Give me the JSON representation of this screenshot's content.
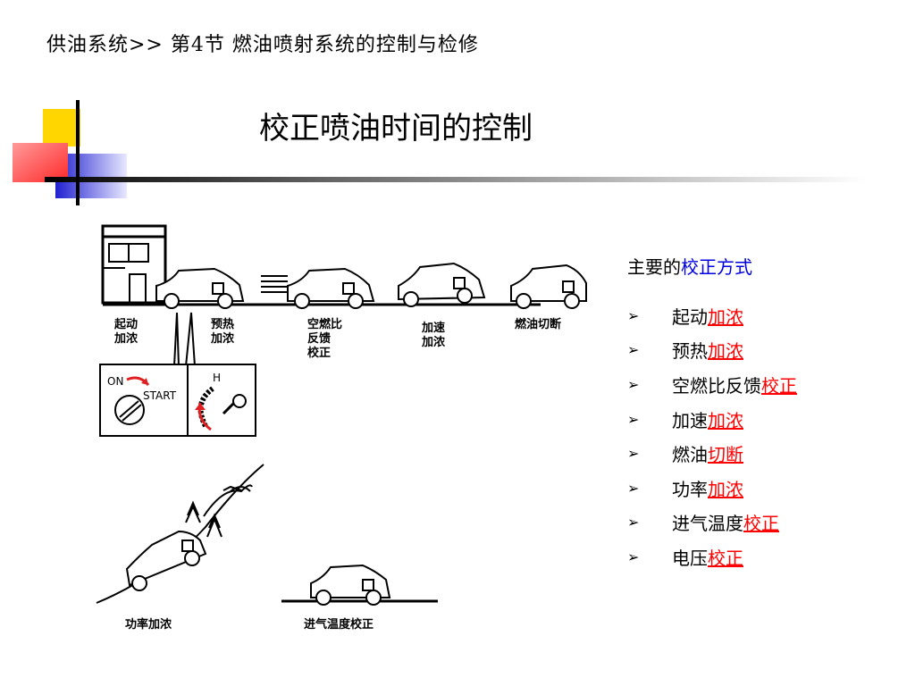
{
  "header": {
    "breadcrumb": "供油系统>> 第4节 燃油喷射系统的控制与检修"
  },
  "slide": {
    "title": "校正喷油时间的控制"
  },
  "colors": {
    "accent_yellow": "#ffd600",
    "accent_blue": "#2b2bd6",
    "accent_red": "#ff4a4a",
    "highlight_red": "#ff0000",
    "highlight_blue": "#0000e0"
  },
  "figure": {
    "labels": {
      "start_enrich_1": "起动",
      "start_enrich_2": "加浓",
      "warmup_1": "预热",
      "warmup_2": "加浓",
      "afr_1": "空燃比",
      "afr_2": "反馈",
      "afr_3": "校正",
      "accel_1": "加速",
      "accel_2": "加浓",
      "cutoff": "燃油切断",
      "on": "ON",
      "start": "START",
      "h": "H",
      "power": "功率加浓",
      "intake_temp": "进气温度校正"
    }
  },
  "panel": {
    "title_prefix": "主要的",
    "title_emph": "校正方式",
    "bullet_symbol": "➢",
    "items": [
      {
        "text": "起动",
        "link": "加浓"
      },
      {
        "text": "预热",
        "link": "加浓"
      },
      {
        "text": "空燃比反馈",
        "link": "校正"
      },
      {
        "text": "加速",
        "link": "加浓"
      },
      {
        "text": "燃油",
        "link": "切断"
      },
      {
        "text": "功率",
        "link": "加浓"
      },
      {
        "text": "进气温度",
        "link": "校正"
      },
      {
        "text": "电压",
        "link": "校正"
      }
    ]
  }
}
